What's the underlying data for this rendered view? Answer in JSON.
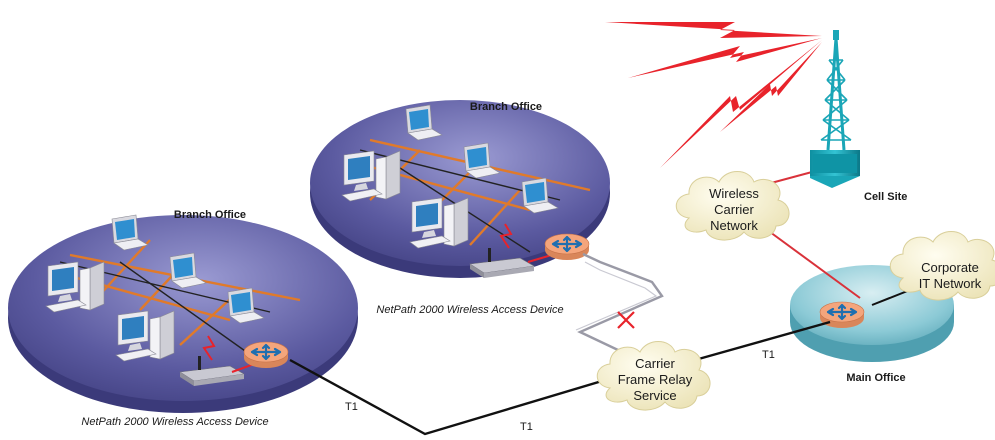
{
  "branch_office_1": {
    "title": "Branch Office",
    "device_caption": "NetPath 2000 Wireless Access Device"
  },
  "branch_office_2": {
    "title": "Branch Office",
    "device_caption": "NetPath 2000 Wireless Access Device"
  },
  "cell_site": {
    "label": "Cell Site"
  },
  "wireless_carrier_cloud": {
    "line1": "Wireless",
    "line2": "Carrier",
    "line3": "Network"
  },
  "carrier_frame_relay_cloud": {
    "line1": "Carrier",
    "line2": "Frame Relay",
    "line3": "Service"
  },
  "corporate_it_cloud": {
    "line1": "Corporate",
    "line2": "IT Network"
  },
  "main_office": {
    "label": "Main Office"
  },
  "links": {
    "t1_left": "T1",
    "t1_bottom": "T1",
    "t1_right": "T1"
  },
  "colors": {
    "disc_purple": "#5a5a9e",
    "disc_teal": "#7fc4cf",
    "lightning_red": "#e8232b",
    "tower_teal": "#1aa6b7",
    "router_orange": "#f0a070",
    "cloud_cream": "#f7f2cf",
    "lan_orange": "#e07a2a"
  }
}
